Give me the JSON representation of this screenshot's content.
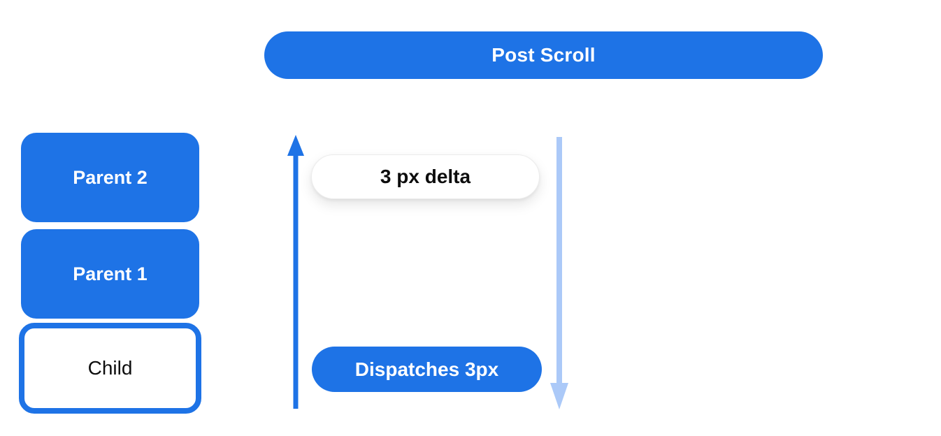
{
  "colors": {
    "primary": "#1E73E6",
    "light": "#ABC9F8",
    "text_dark": "#0D0D0D",
    "pill_border": "#ECECEC",
    "surface": "#FFFFFF"
  },
  "title_pill": {
    "label": "Post Scroll"
  },
  "widget_stack": {
    "items": [
      {
        "id": "parent-2",
        "label": "Parent 2",
        "variant": "filled"
      },
      {
        "id": "parent-1",
        "label": "Parent 1",
        "variant": "filled"
      },
      {
        "id": "child",
        "label": "Child",
        "variant": "outlined"
      }
    ]
  },
  "scroll_flow": {
    "delta_pill": {
      "label": "3 px delta"
    },
    "dispatch_pill": {
      "label": "Dispatches 3px"
    },
    "up_arrow_icon": "arrow-up",
    "down_arrow_icon": "arrow-down"
  }
}
